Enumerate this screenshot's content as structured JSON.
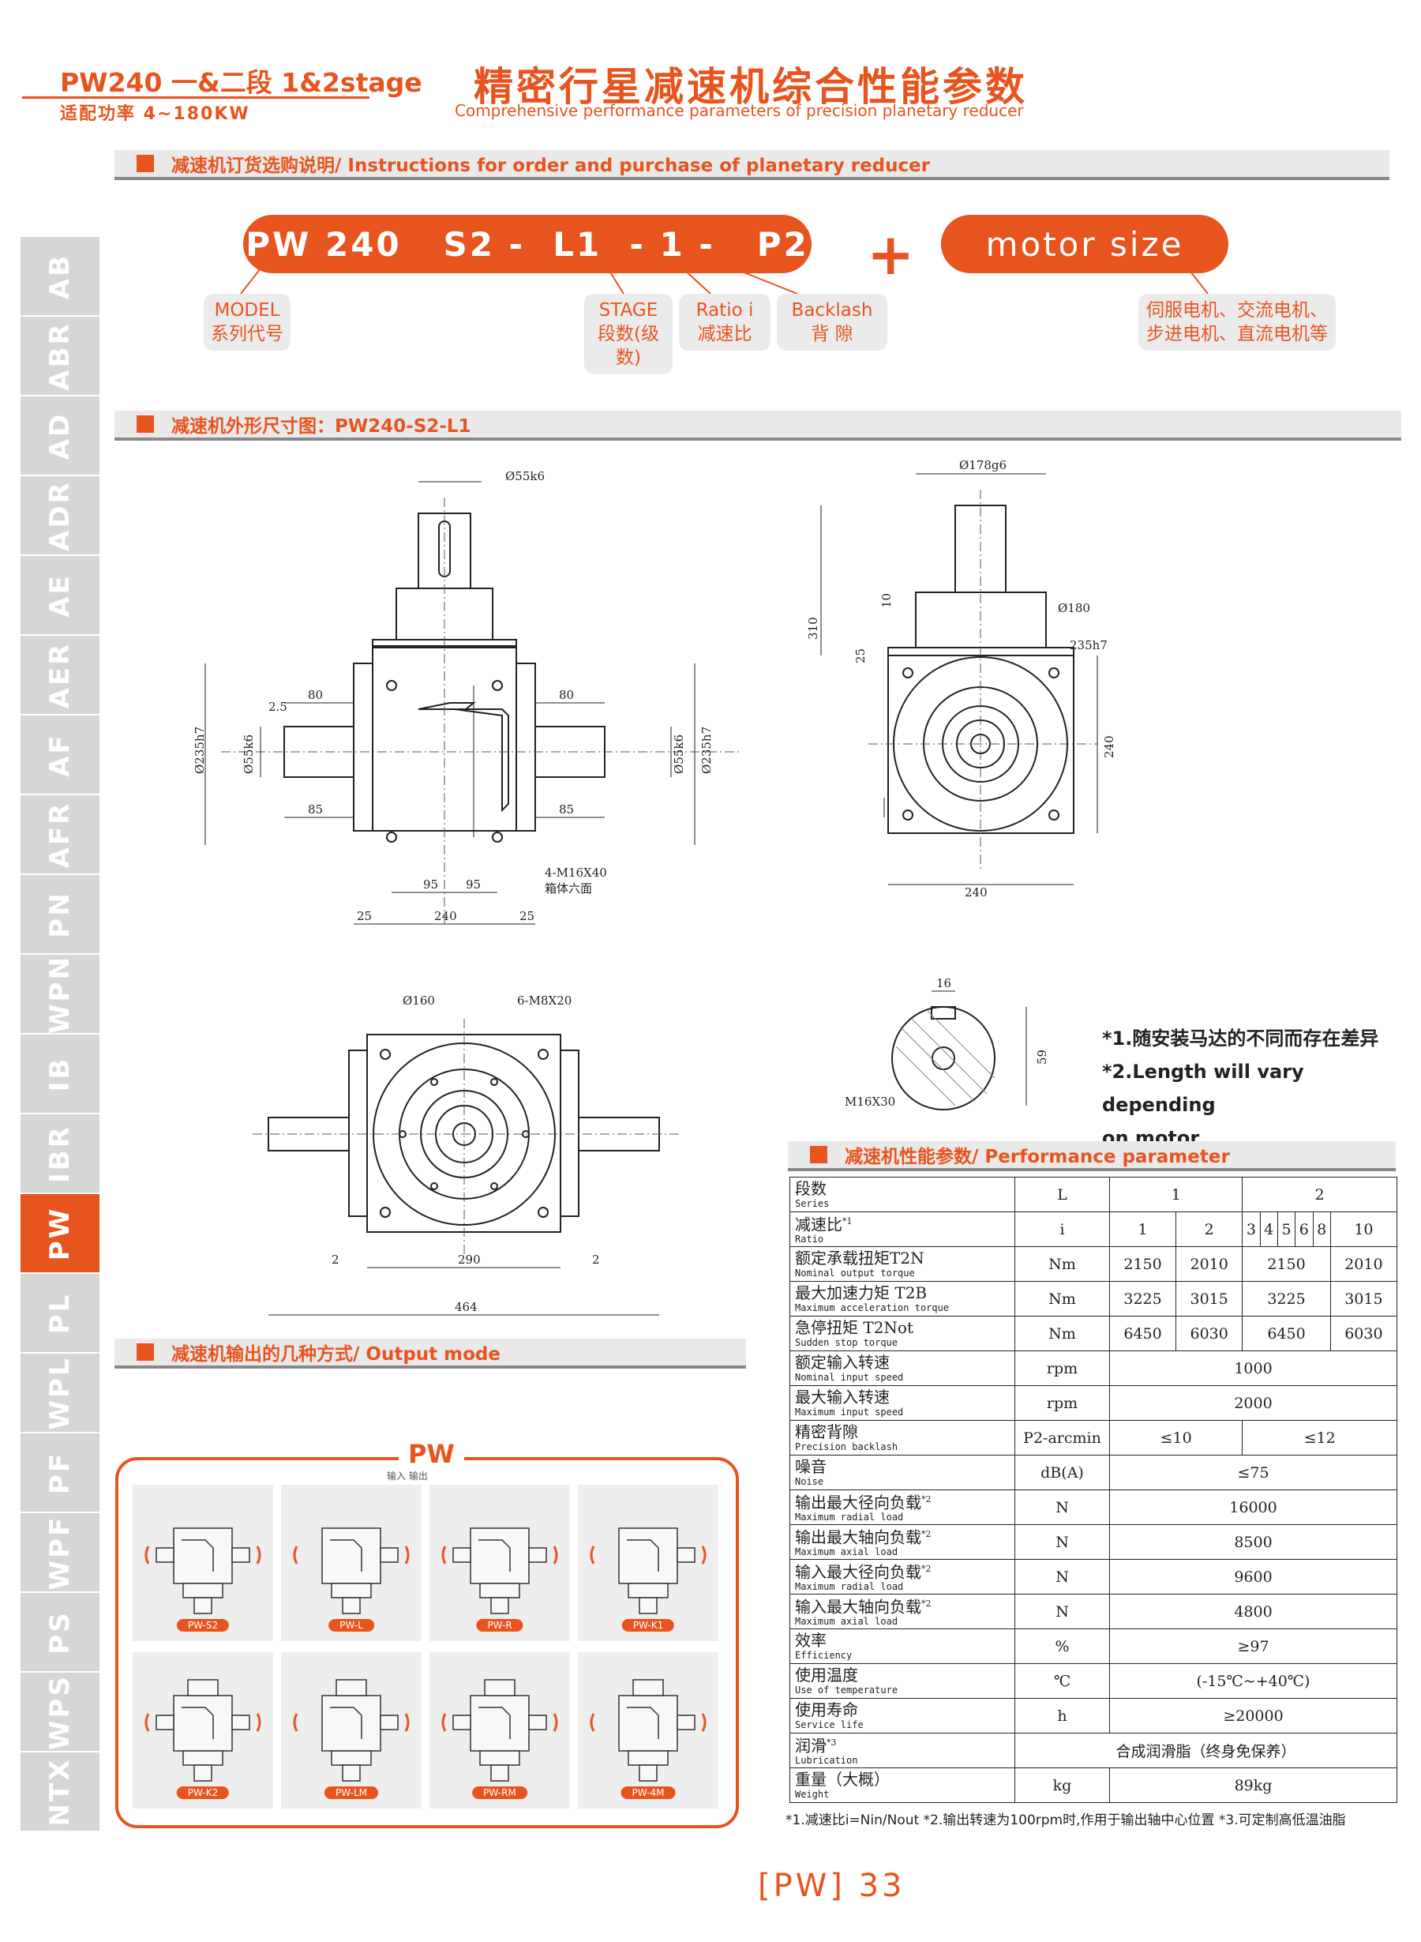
{
  "header": {
    "series": "PW240 一&二段 1&2stage",
    "power": "适配功率  4~180KW",
    "title": "精密行星减速机综合性能参数",
    "subtitle": "Comprehensive performance parameters of precision planetary reducer"
  },
  "sidebar": [
    {
      "label": "AB",
      "active": false
    },
    {
      "label": "ABR",
      "active": false
    },
    {
      "label": "AD",
      "active": false
    },
    {
      "label": "ADR",
      "active": false
    },
    {
      "label": "AE",
      "active": false
    },
    {
      "label": "AER",
      "active": false
    },
    {
      "label": "AF",
      "active": false
    },
    {
      "label": "AFR",
      "active": false
    },
    {
      "label": "PN",
      "active": false
    },
    {
      "label": "WPN",
      "active": false
    },
    {
      "label": "IB",
      "active": false
    },
    {
      "label": "IBR",
      "active": false
    },
    {
      "label": "PW",
      "active": true
    },
    {
      "label": "PL",
      "active": false
    },
    {
      "label": "WPL",
      "active": false
    },
    {
      "label": "PF",
      "active": false
    },
    {
      "label": "WPF",
      "active": false
    },
    {
      "label": "PS",
      "active": false
    },
    {
      "label": "WPS",
      "active": false
    },
    {
      "label": "NTX",
      "active": false
    }
  ],
  "order": {
    "section_title": "减速机订货选购说明/ Instructions for order and purchase of planetary reducer",
    "code": "PW 240   S2 -  L1  - 1 -   P2",
    "plus": "+",
    "motor": "motor size",
    "tag_model": [
      "MODEL",
      "系列代号"
    ],
    "tag_stage": [
      "STAGE",
      "段数(级数)"
    ],
    "tag_ratio": [
      "Ratio i",
      "减速比"
    ],
    "tag_backlash": [
      "Backlash",
      "背 隙"
    ],
    "tag_motor": [
      "伺服电机、交流电机、",
      "步进电机、直流电机等"
    ]
  },
  "dimension": {
    "section_title": "减速机外形尺寸图：PW240-S2-L1",
    "front": {
      "shaft_d": "Ø55k6",
      "d235": "Ø235h7",
      "bolt": "4-M16X40",
      "bolt_note": "箱体六面",
      "v25": "2.5",
      "v80": "80",
      "v85": "85",
      "v95": "95",
      "v240": "240",
      "v25b": "25"
    },
    "side": {
      "d178": "Ø178g6",
      "d180": "Ø180",
      "d235": "235h7",
      "v310": "310",
      "v25": "25",
      "v10": "10",
      "v240": "240"
    },
    "bottom": {
      "d160": "Ø160",
      "bolt": "6-M8X20",
      "v290": "290",
      "v2": "2",
      "v464": "464"
    },
    "key": {
      "v16": "16",
      "v59": "59",
      "thread": "M16X30"
    },
    "notes": [
      "*1.随安装马达的不同而存在差异",
      "*2.Length will vary depending",
      "on motor"
    ]
  },
  "performance": {
    "section_title": "减速机性能参数/ Performance parameter",
    "rows": [
      {
        "cn": "段数",
        "en": "Series",
        "sup": "",
        "unit": "L",
        "vals": [
          "1",
          "2"
        ],
        "span": [
          2,
          6
        ]
      },
      {
        "cn": "减速比",
        "en": "Ratio",
        "sup": "*1",
        "unit": "i",
        "vals": [
          "1",
          "2",
          "3",
          "4",
          "5",
          "6",
          "8",
          "10"
        ]
      },
      {
        "cn": "额定承载扭矩T2N",
        "en": "Nominal output torque",
        "sup": "",
        "unit": "Nm",
        "vals": [
          "2150",
          "2010",
          "2150",
          "2010"
        ],
        "span": [
          1,
          1,
          5,
          1
        ]
      },
      {
        "cn": "最大加速力矩 T2B",
        "en": "Maximum acceleration torque",
        "sup": "",
        "unit": "Nm",
        "vals": [
          "3225",
          "3015",
          "3225",
          "3015"
        ],
        "span": [
          1,
          1,
          5,
          1
        ]
      },
      {
        "cn": "急停扭矩 T2Not",
        "en": "Sudden stop torque",
        "sup": "",
        "unit": "Nm",
        "vals": [
          "6450",
          "6030",
          "6450",
          "6030"
        ],
        "span": [
          1,
          1,
          5,
          1
        ]
      },
      {
        "cn": "额定输入转速",
        "en": "Nominal input speed",
        "sup": "",
        "unit": "rpm",
        "vals": [
          "1000"
        ],
        "span": [
          8
        ]
      },
      {
        "cn": "最大输入转速",
        "en": "Maximum input speed",
        "sup": "",
        "unit": "rpm",
        "vals": [
          "2000"
        ],
        "span": [
          8
        ]
      },
      {
        "cn": "精密背隙",
        "en": "Precision backlash",
        "sup": "",
        "unit": "P2-arcmin",
        "vals": [
          "≤10",
          "≤12"
        ],
        "span": [
          2,
          6
        ]
      },
      {
        "cn": "噪音",
        "en": "Noise",
        "sup": "",
        "unit": "dB(A)",
        "vals": [
          "≤75"
        ],
        "span": [
          8
        ]
      },
      {
        "cn": "输出最大径向负载",
        "en": "Maximum radial load",
        "sup": "*2",
        "unit": "N",
        "vals": [
          "16000"
        ],
        "span": [
          8
        ]
      },
      {
        "cn": "输出最大轴向负载",
        "en": "Maximum axial load",
        "sup": "*2",
        "unit": "N",
        "vals": [
          "8500"
        ],
        "span": [
          8
        ]
      },
      {
        "cn": "输入最大径向负载",
        "en": "Maximum radial load",
        "sup": "*2",
        "unit": "N",
        "vals": [
          "9600"
        ],
        "span": [
          8
        ]
      },
      {
        "cn": "输入最大轴向负载",
        "en": "Maximum axial load",
        "sup": "*2",
        "unit": "N",
        "vals": [
          "4800"
        ],
        "span": [
          8
        ]
      },
      {
        "cn": "效率",
        "en": "Efficiency",
        "sup": "",
        "unit": "%",
        "vals": [
          "≥97"
        ],
        "span": [
          8
        ]
      },
      {
        "cn": "使用温度",
        "en": "Use of temperature",
        "sup": "",
        "unit": "℃",
        "vals": [
          "(-15℃~+40℃)"
        ],
        "span": [
          8
        ]
      },
      {
        "cn": "使用寿命",
        "en": "Service life",
        "sup": "",
        "unit": "h",
        "vals": [
          "≥20000"
        ],
        "span": [
          8
        ]
      },
      {
        "cn": "润滑",
        "en": "Lubrication",
        "sup": "*3",
        "unit": "",
        "vals": [
          "合成润滑脂（终身免保养）"
        ],
        "span": [
          9
        ]
      },
      {
        "cn": "重量（大概）",
        "en": "Weight",
        "sup": "",
        "unit": "kg",
        "vals": [
          "89kg"
        ],
        "span": [
          8
        ]
      }
    ],
    "footnote": "*1.减速比i=Nin/Nout  *2.输出转速为100rpm时,作用于输出轴中心位置  *3.可定制高低温油脂"
  },
  "output_mode": {
    "section_title": "减速机输出的几种方式/ Output mode",
    "title": "PW",
    "legend": "输入  输出",
    "cards": [
      "PW-S2",
      "PW-L",
      "PW-R",
      "PW-K1",
      "PW-K2",
      "PW-LM",
      "PW-RM",
      "PW-4M"
    ]
  },
  "page": "[PW] 33",
  "colors": {
    "accent": "#e8541e",
    "bar": "#e9e9e9",
    "sidebar": "#d6d6d6"
  }
}
